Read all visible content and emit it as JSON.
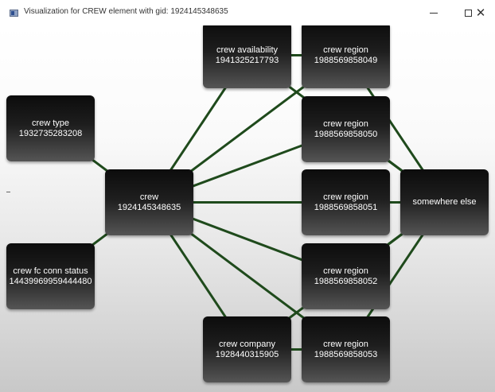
{
  "window": {
    "title": "Visualization for CREW element with gid: 1924145348635",
    "minimize_glyph": "—",
    "maximize_glyph": "☐",
    "close_glyph": "✕"
  },
  "colors": {
    "edge": "#1f4a1c",
    "node_top": "#0c0c0c",
    "node_bottom": "#555555",
    "node_text": "#ffffff"
  },
  "nodes": {
    "crew_type": {
      "label": "crew type",
      "gid": "1932735283208"
    },
    "crew_fc_conn_status": {
      "label": "crew fc conn status",
      "gid": "14439969959444480"
    },
    "crew": {
      "label": "crew",
      "gid": "1924145348635"
    },
    "crew_availability": {
      "label": "crew availability",
      "gid": "1941325217793"
    },
    "crew_company": {
      "label": "crew company",
      "gid": "1928440315905"
    },
    "crew_region_1": {
      "label": "crew region",
      "gid": "1988569858049"
    },
    "crew_region_2": {
      "label": "crew region",
      "gid": "1988569858050"
    },
    "crew_region_3": {
      "label": "crew region",
      "gid": "1988569858051"
    },
    "crew_region_4": {
      "label": "crew region",
      "gid": "1988569858052"
    },
    "crew_region_5": {
      "label": "crew region",
      "gid": "1988569858053"
    },
    "somewhere_else": {
      "label": "somewhere else"
    }
  },
  "edges": [
    [
      "crew_type",
      "crew"
    ],
    [
      "crew_fc_conn_status",
      "crew"
    ],
    [
      "crew",
      "crew_availability"
    ],
    [
      "crew",
      "crew_company"
    ],
    [
      "crew",
      "crew_region_1"
    ],
    [
      "crew",
      "crew_region_2"
    ],
    [
      "crew",
      "crew_region_3"
    ],
    [
      "crew",
      "crew_region_4"
    ],
    [
      "crew",
      "crew_region_5"
    ],
    [
      "crew_availability",
      "crew_region_1"
    ],
    [
      "crew_availability",
      "somewhere_else"
    ],
    [
      "crew_company",
      "crew_region_5"
    ],
    [
      "crew_company",
      "somewhere_else"
    ],
    [
      "crew_region_1",
      "somewhere_else"
    ],
    [
      "crew_region_2",
      "somewhere_else"
    ],
    [
      "crew_region_3",
      "somewhere_else"
    ],
    [
      "crew_region_4",
      "somewhere_else"
    ],
    [
      "crew_region_5",
      "somewhere_else"
    ]
  ]
}
